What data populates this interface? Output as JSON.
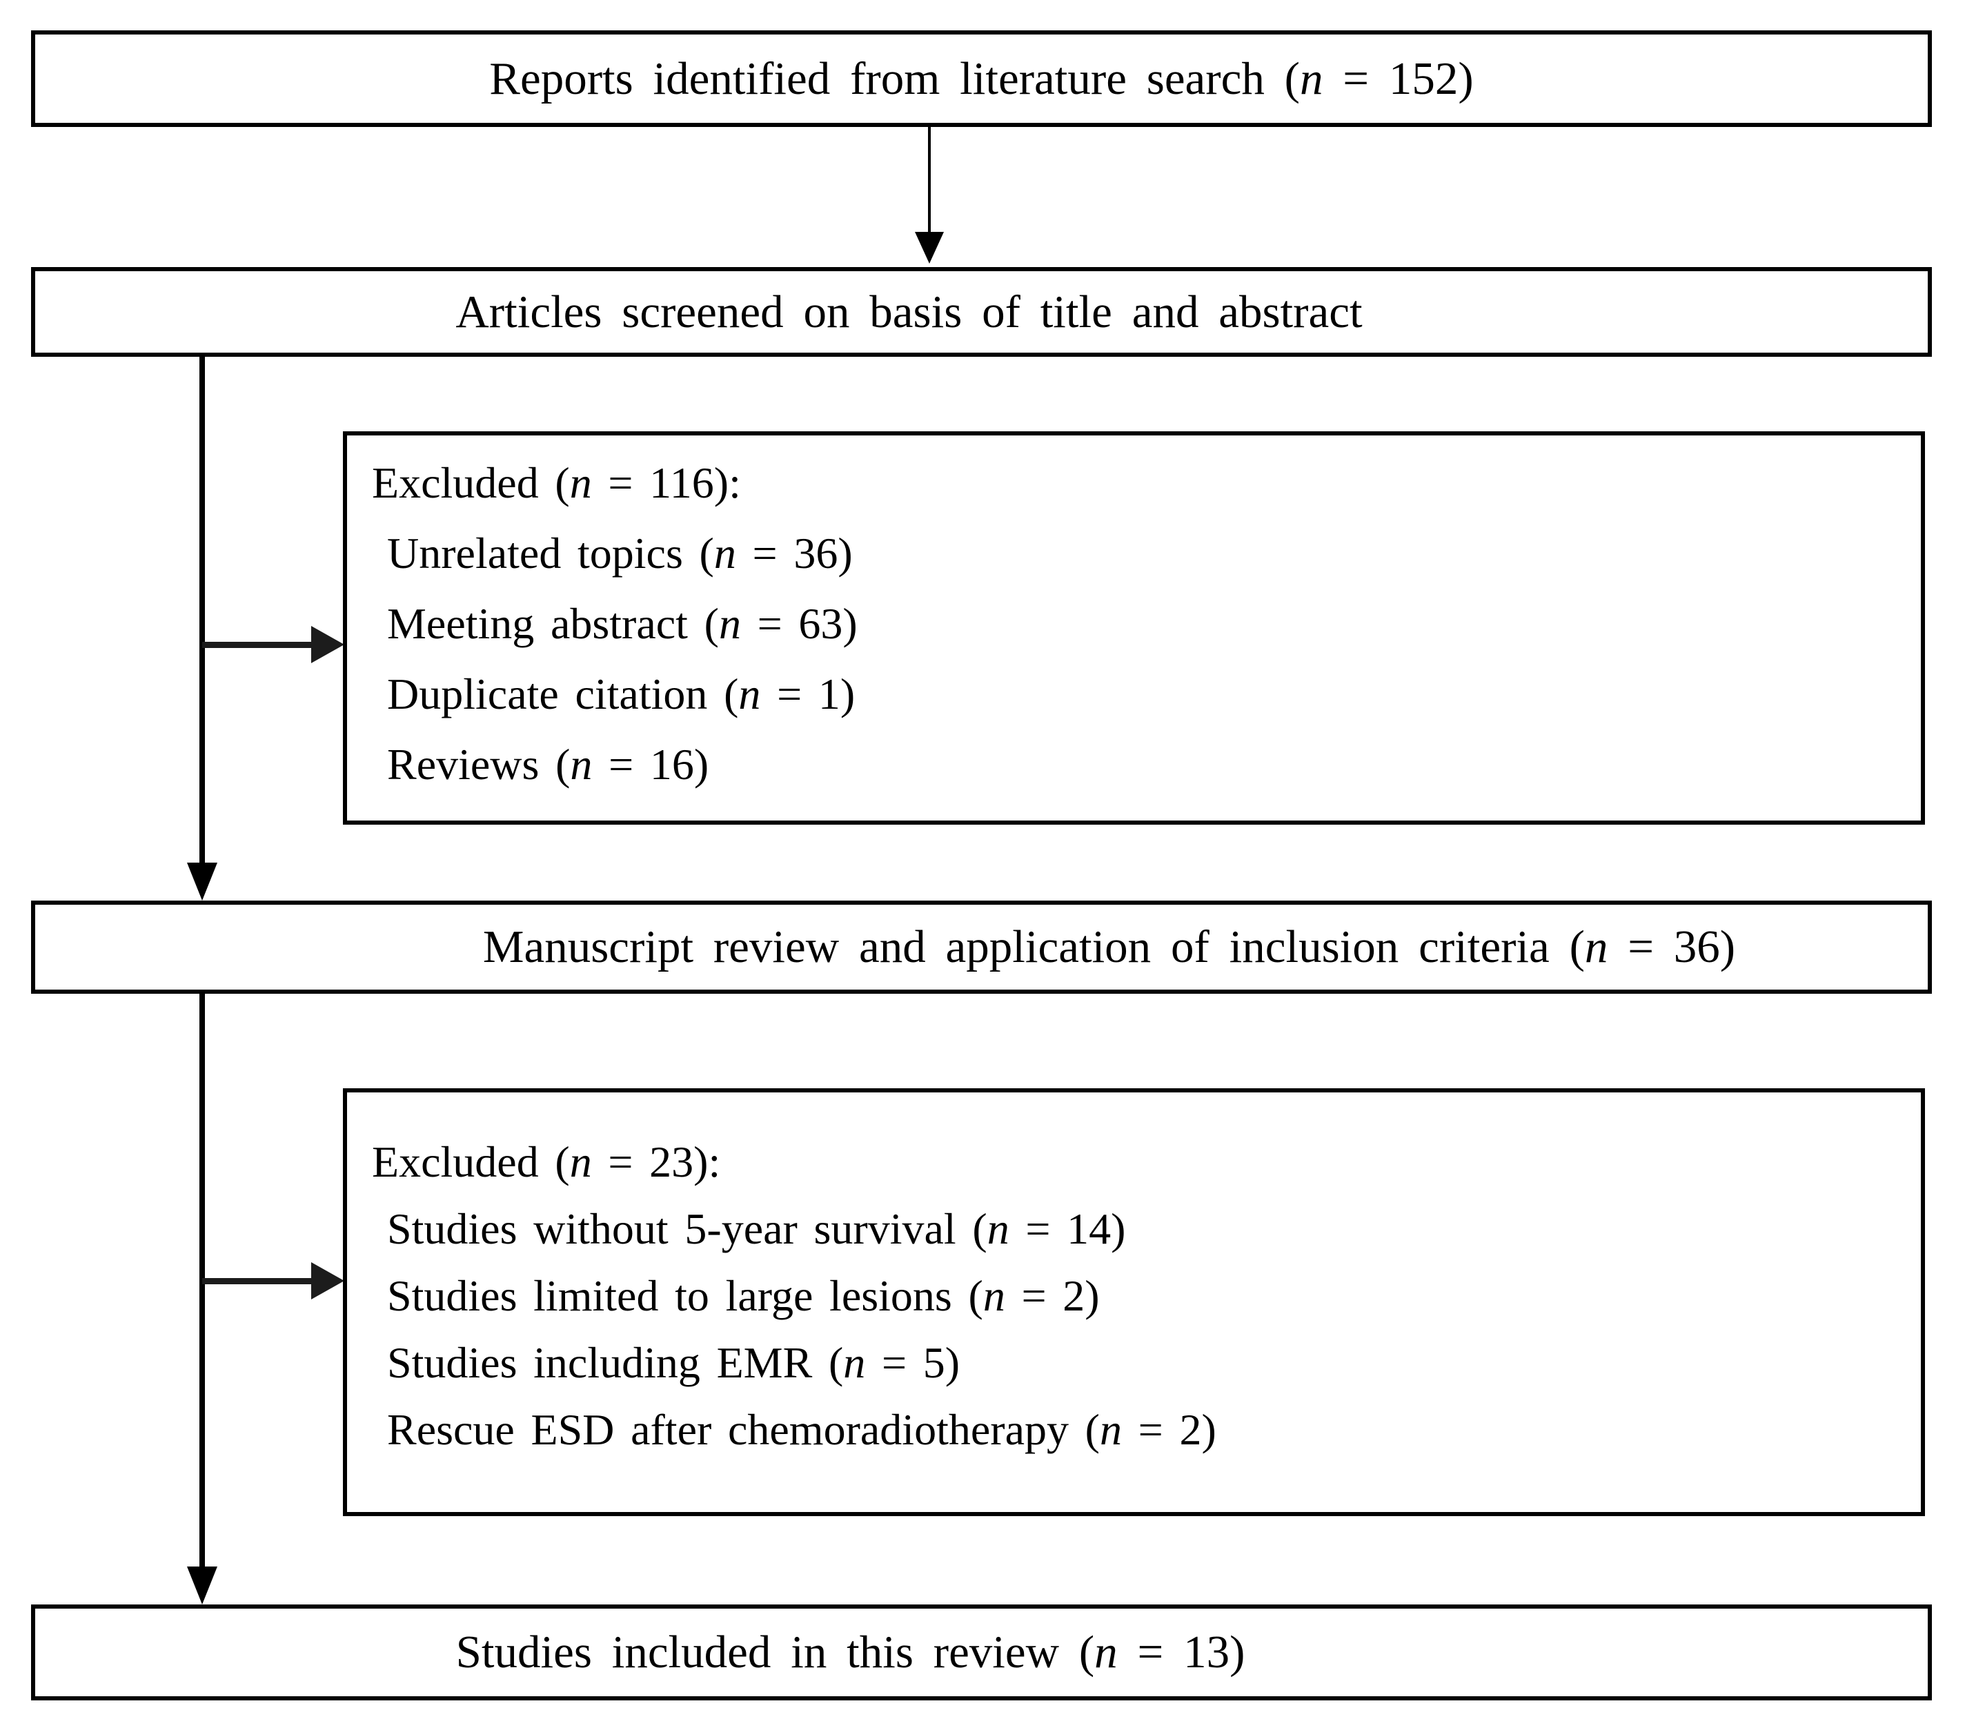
{
  "flowchart": {
    "reports": {
      "label": "Reports identified from literature search (n = 152)"
    },
    "screening": {
      "label": "Articles  screened on basis of title and abstract"
    },
    "excluded_screening": {
      "title": "Excluded (n = 116):",
      "items": [
        "Unrelated topics (n = 36)",
        "Meeting abstract (n = 63)",
        "Duplicate citation (n = 1)",
        "Reviews (n = 16)"
      ]
    },
    "manuscript_review": {
      "label": "Manuscript review and application of inclusion criteria (n = 36)"
    },
    "excluded_review": {
      "title": "Excluded (n = 23):",
      "items": [
        "Studies without 5-year survival (n = 14)",
        "Studies limited to large lesions (n = 2)",
        "Studies including EMR (n = 5)",
        "Rescue ESD after chemoradiotherapy (n = 2)"
      ]
    },
    "included": {
      "label": "Studies included in this review (n = 13)"
    }
  }
}
